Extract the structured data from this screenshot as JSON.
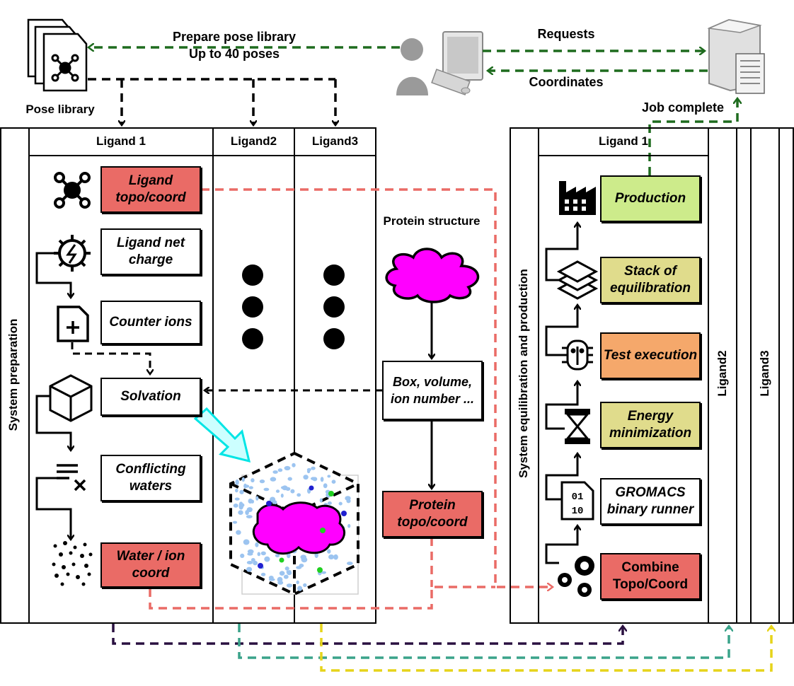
{
  "top": {
    "prepare_line1": "Prepare pose library",
    "prepare_line2": "Up to 40 poses",
    "pose_library": "Pose library",
    "requests": "Requests",
    "coordinates": "Coordinates",
    "job_complete": "Job complete"
  },
  "left_panel": {
    "side_label": "System preparation",
    "headers": [
      "Ligand 1",
      "Ligand2",
      "Ligand3"
    ],
    "steps": {
      "ligand_topo": "Ligand topo/coord",
      "net_charge": "Ligand net charge",
      "counter_ions": "Counter ions",
      "solvation": "Solvation",
      "conflicting_waters": "Conflicting waters",
      "water_ion": "Water / ion coord"
    },
    "protein_structure": "Protein structure",
    "box_volume": "Box, volume, ion number ...",
    "protein_topo": "Protein topo/coord"
  },
  "right_panel": {
    "side_label": "System equilibration and production",
    "header": "Ligand 1",
    "ligand2": "Ligand2",
    "ligand3": "Ligand3",
    "steps": {
      "production": "Production",
      "stack": "Stack of equilibration",
      "test": "Test execution",
      "energy": "Energy minimization",
      "gromacs": "GROMACS binary runner",
      "combine": "Combine Topo/Coord"
    }
  },
  "colors": {
    "red_box": "#ea6b66",
    "green_box": "#cdeb8b",
    "yellow_box": "#e0dc8c",
    "orange_box": "#f5a86b",
    "dark_green_arrow": "#1e6b1e",
    "salmon_arrow": "#ea6b66",
    "purple_arrow": "#2a1040",
    "teal_arrow": "#3aa38a",
    "yellow_arrow": "#e6d41a",
    "magenta": "#ff00ff",
    "cyan": "#00ffff"
  }
}
